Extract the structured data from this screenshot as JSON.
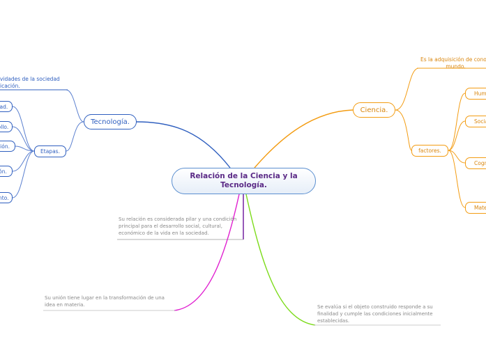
{
  "central": "Relación de la Ciencia y la Tecnología.",
  "technology": {
    "title": "Tecnología.",
    "definition": "vidades de la sociedad\nicación.",
    "stages_title": "Etapas.",
    "stages": [
      "dad.",
      "rollo.",
      "ción.",
      "ión.",
      "ento."
    ]
  },
  "science": {
    "title": "Ciencia.",
    "definition": "Es la adquisición de conoci\nmundo.",
    "factors_title": "factores.",
    "factors": [
      "Hum",
      "Socia",
      "Cogn",
      "Mate"
    ]
  },
  "notes": {
    "relation": "Su relación es considerada pilar y una condición principal  para el desarrollo social, cultural, económico de la vida en la sociedad.",
    "union": "Su unión tiene lugar en la transformación de una idea en materia.",
    "evaluation": "Se evalúa si el objeto construido responde a su finalidad y cumple las condiciones inicialmente establecidas."
  },
  "colors": {
    "technology": "#2f5fbf",
    "science": "#f39c12",
    "relation": "#7b2fa6",
    "union": "#e020d0",
    "evaluation": "#7cdb1a"
  }
}
